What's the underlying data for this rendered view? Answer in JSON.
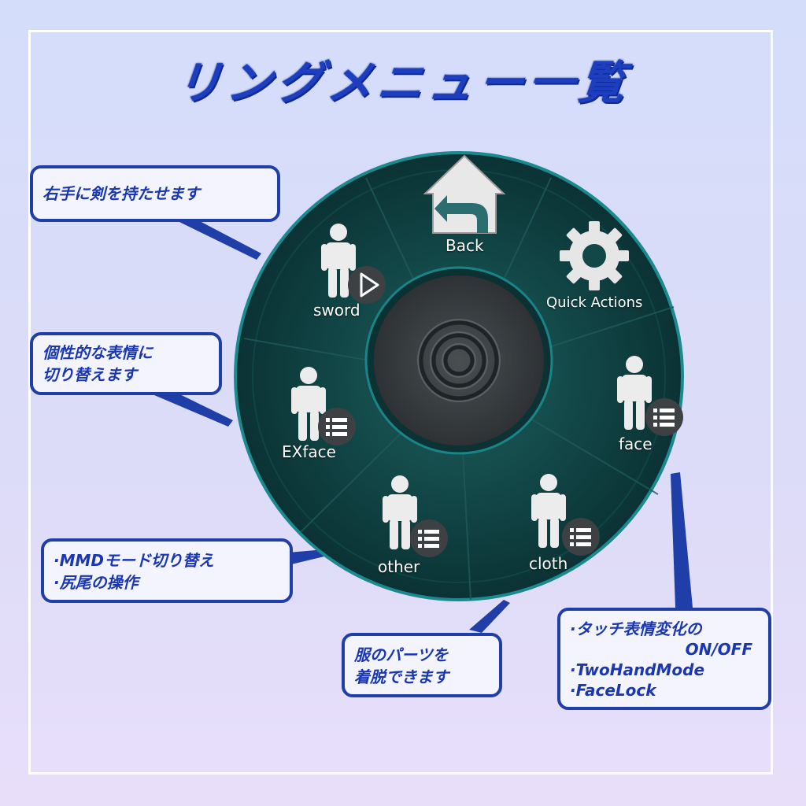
{
  "title": "リングメニュー一覧",
  "menu": {
    "back_label": "Back",
    "quick_actions_label": "Quick Actions",
    "items": {
      "sword": "sword",
      "face": "face",
      "exface": "EXface",
      "other": "other",
      "cloth": "cloth"
    }
  },
  "callouts": {
    "sword": [
      "右手に剣を持たせます"
    ],
    "exface": [
      "個性的な表情に",
      "切り替えます"
    ],
    "other": [
      "·MMDモード切り替え",
      "·尻尾の操作"
    ],
    "cloth": [
      "服のパーツを",
      "着脱できます"
    ],
    "face": [
      "·タッチ表情変化の",
      "ON/OFF",
      "·TwoHandMode",
      "·FaceLock"
    ]
  },
  "colors": {
    "accent": "#1f3ea8",
    "ring": "#0f3e40",
    "center": "#3a3f42"
  }
}
